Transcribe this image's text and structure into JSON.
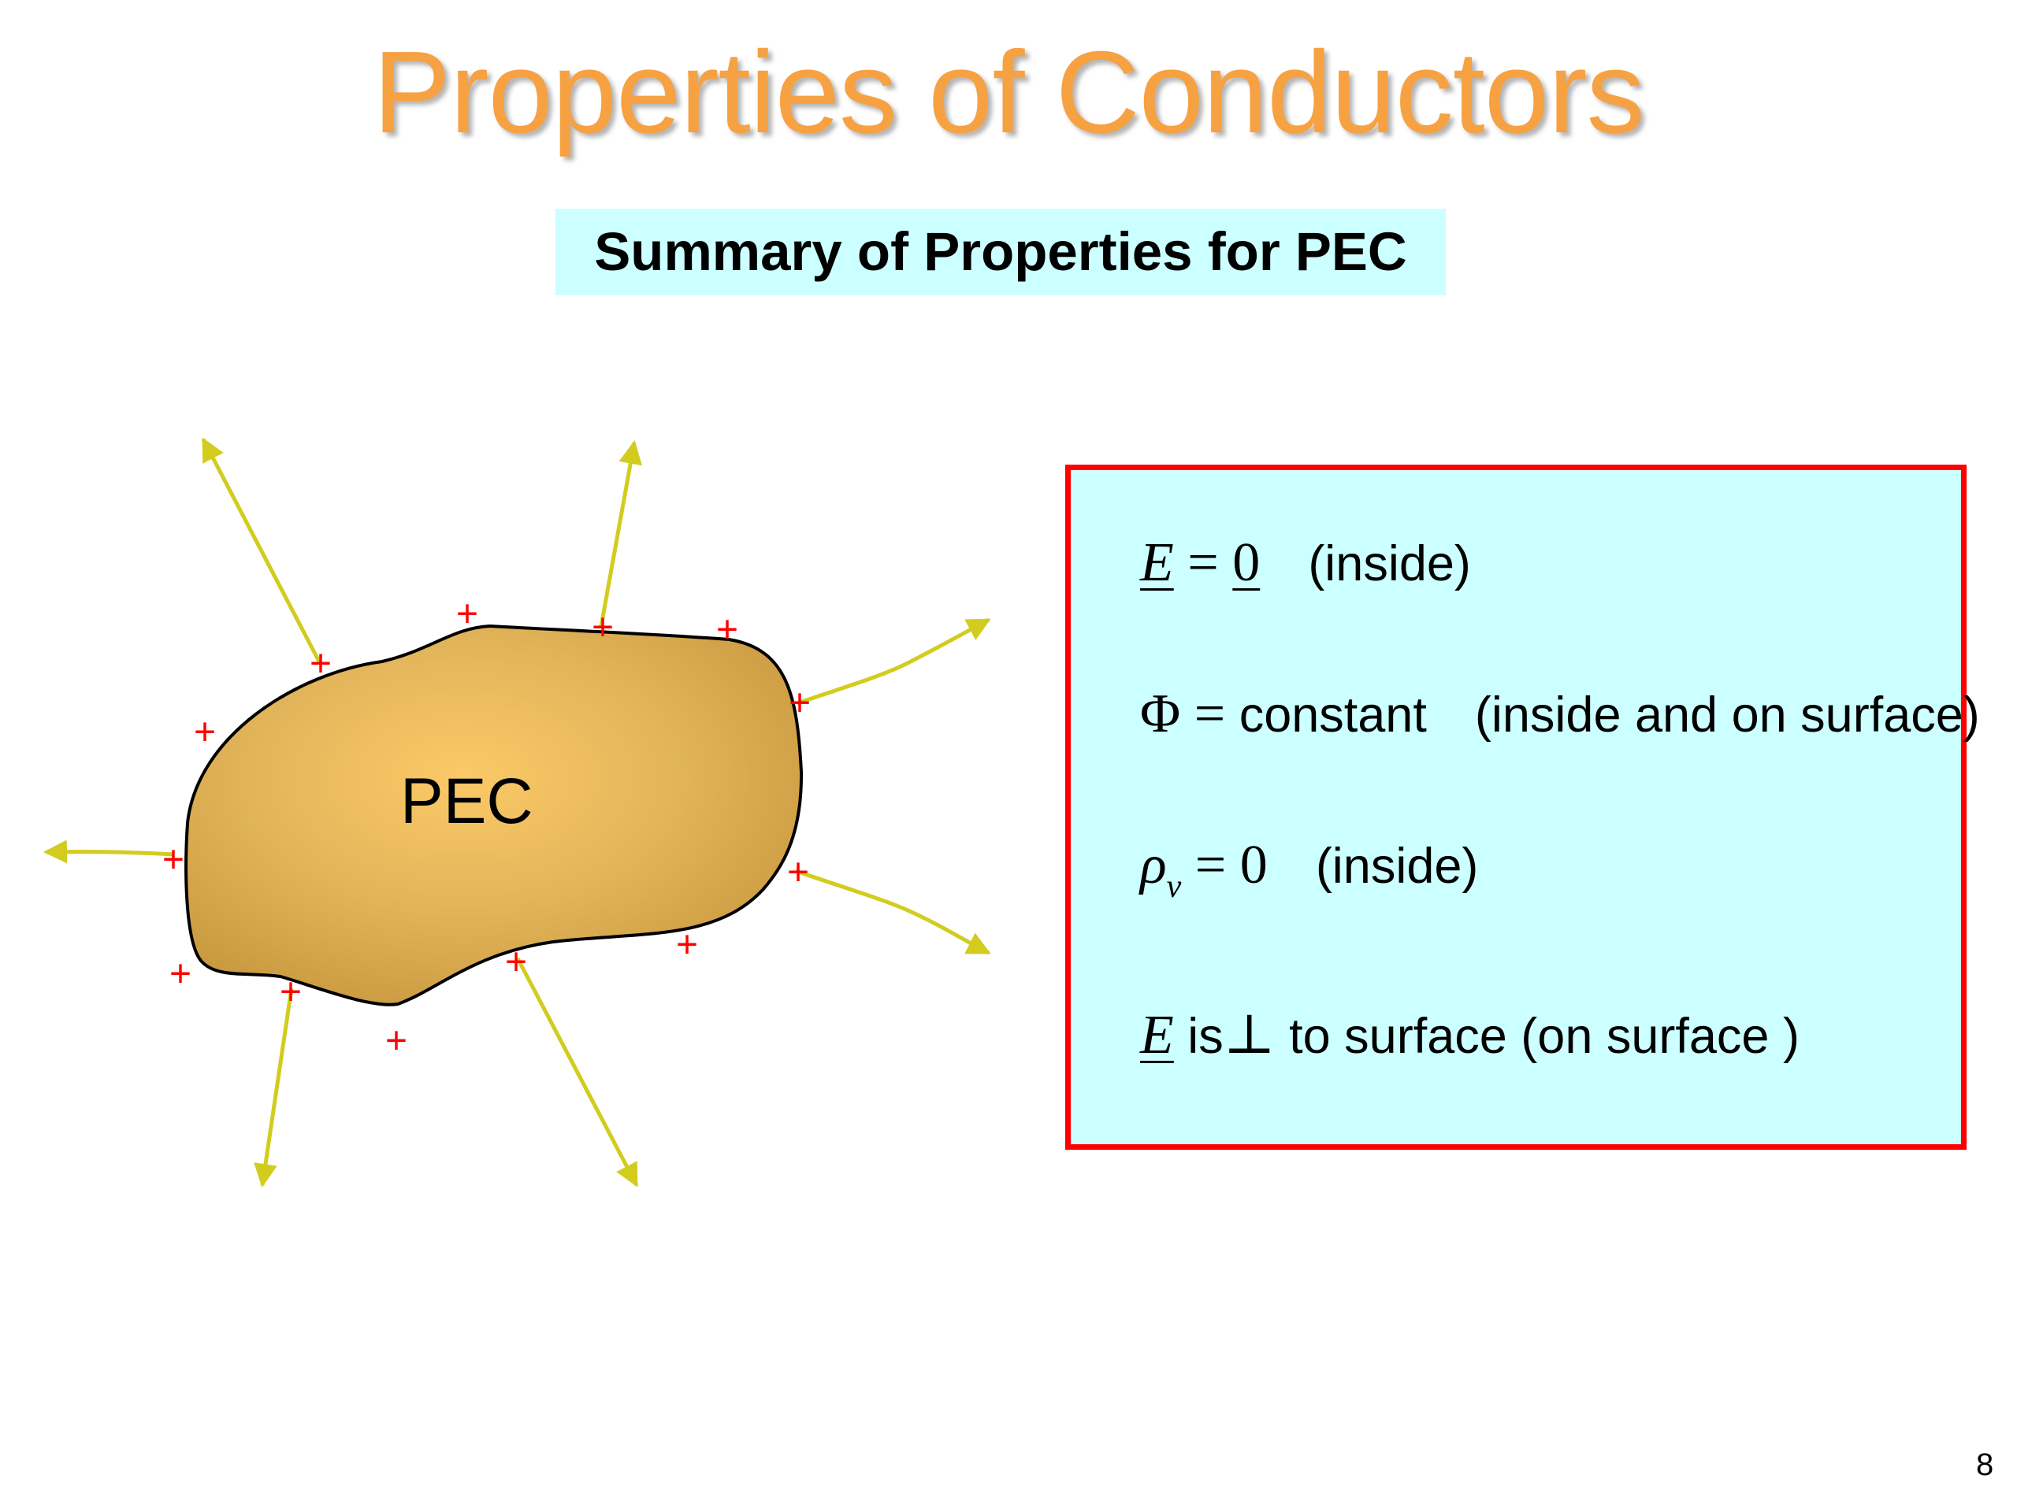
{
  "slide": {
    "title": "Properties of Conductors",
    "subtitle": "Summary of Properties for PEC",
    "page_number": "8"
  },
  "diagram": {
    "body_label": "PEC",
    "charge_symbol": "+",
    "colors": {
      "body_fill": "#d4a84e",
      "body_highlight": "#fbc966",
      "field_lines": "#d2cc1e",
      "charges": "#ff0000"
    }
  },
  "properties": {
    "border_color": "#ff0000",
    "background_color": "#ccffff",
    "lines": [
      {
        "symbol": "E",
        "equals": "=",
        "value": "0",
        "note": "(inside)"
      },
      {
        "symbol": "Φ",
        "equals": "=",
        "value": "constant",
        "note": "(inside and on surface)"
      },
      {
        "symbol": "ρ",
        "subscript": "v",
        "equals": "=",
        "value": "0",
        "note": "(inside)"
      },
      {
        "symbol": "E",
        "text_before": "is",
        "operator": "⊥",
        "text_after": "to surface",
        "note": "(on surface )"
      }
    ]
  }
}
